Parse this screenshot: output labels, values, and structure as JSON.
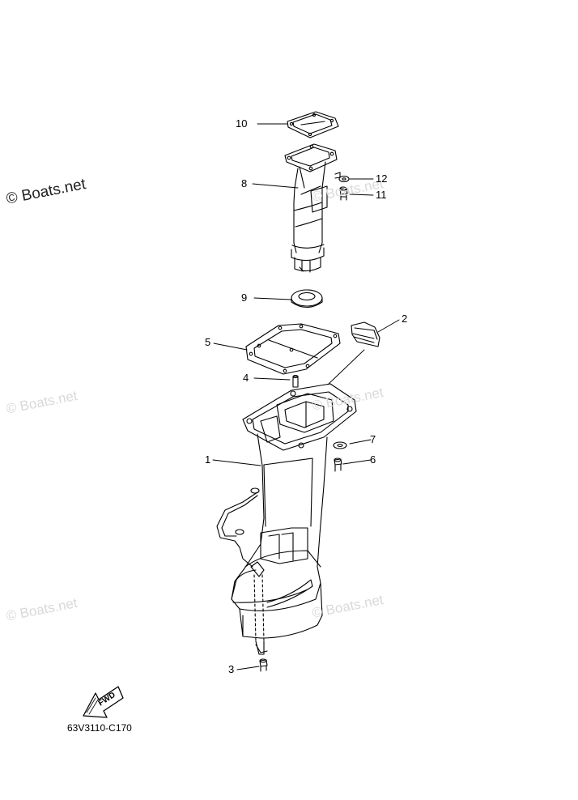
{
  "watermarks": {
    "main": "© Boats.net",
    "faint": "© Boats.net"
  },
  "callouts": {
    "c10": "10",
    "c8": "8",
    "c12": "12",
    "c11": "11",
    "c9": "9",
    "c2": "2",
    "c5": "5",
    "c4": "4",
    "c7": "7",
    "c6": "6",
    "c1": "1",
    "c3": "3"
  },
  "fwd_label": "FWD",
  "part_code": "63V3110-C170",
  "colors": {
    "line": "#000000",
    "watermark": "#d9d9d9"
  }
}
